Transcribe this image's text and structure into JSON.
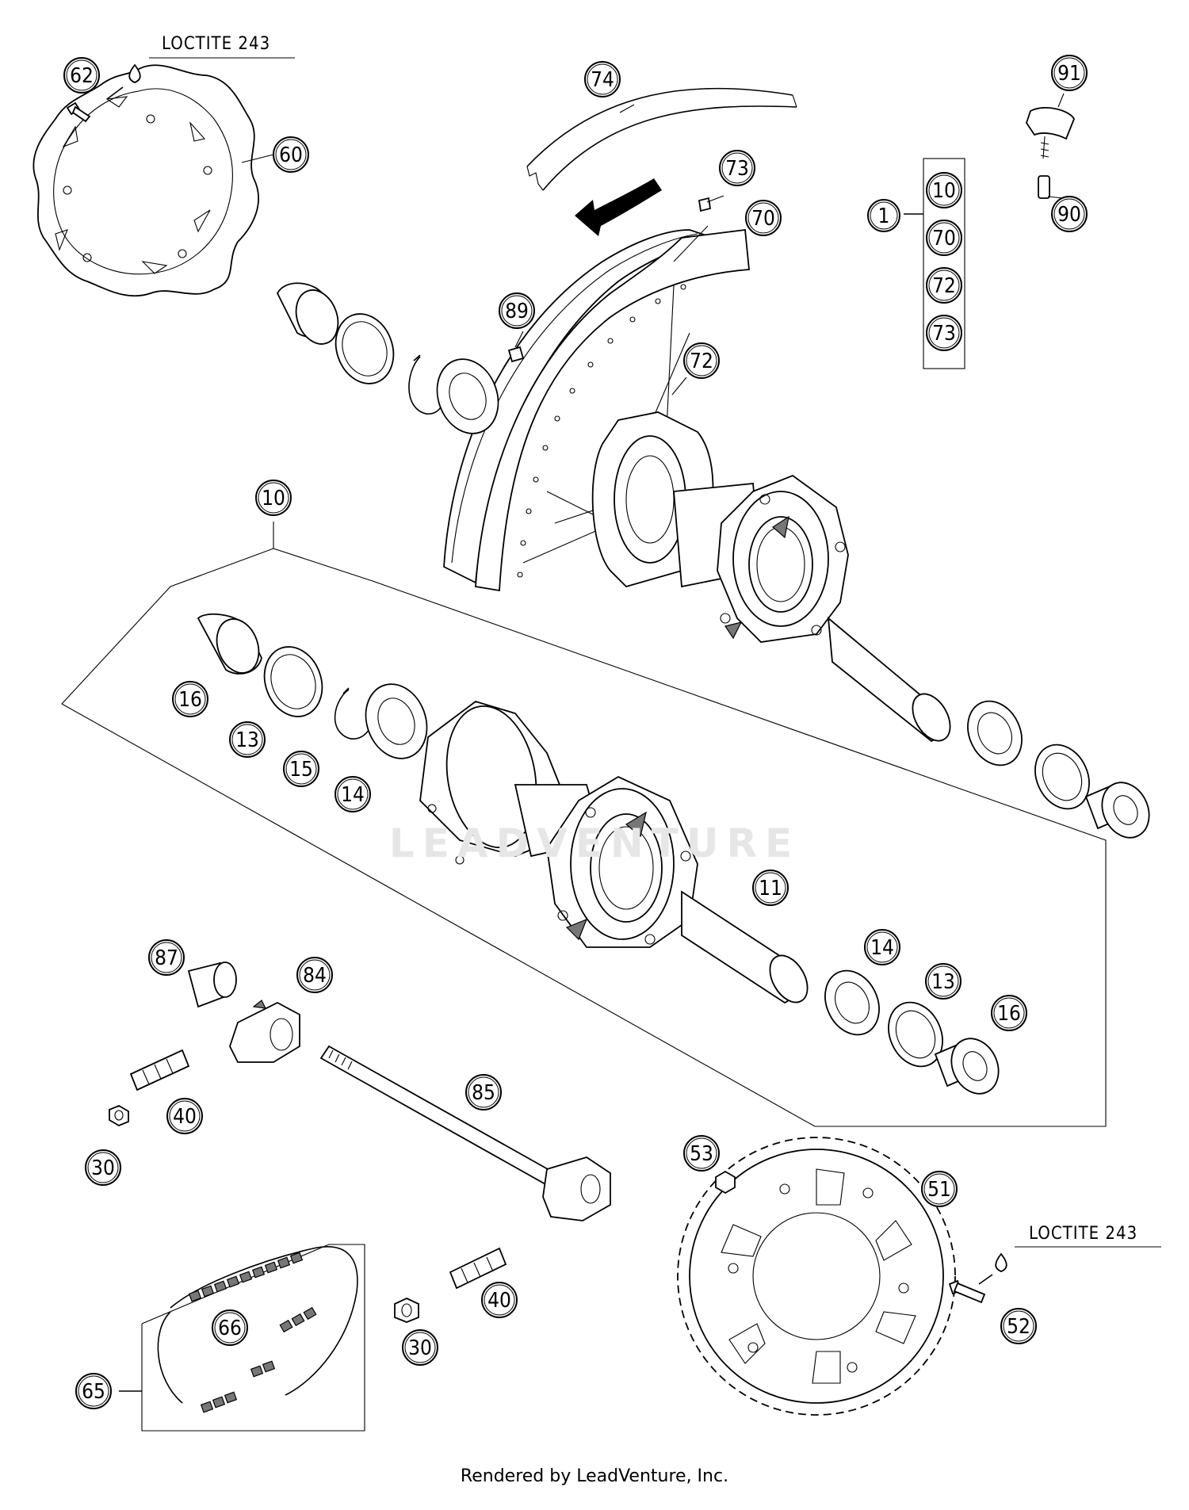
{
  "diagram": {
    "callouts": [
      {
        "id": "c62",
        "label": "62"
      },
      {
        "id": "c60",
        "label": "60"
      },
      {
        "id": "c74",
        "label": "74"
      },
      {
        "id": "c73a",
        "label": "73"
      },
      {
        "id": "c70a",
        "label": "70"
      },
      {
        "id": "c89",
        "label": "89"
      },
      {
        "id": "c72a",
        "label": "72"
      },
      {
        "id": "c1",
        "label": "1"
      },
      {
        "id": "c10a",
        "label": "10"
      },
      {
        "id": "c70b",
        "label": "70"
      },
      {
        "id": "c72b",
        "label": "72"
      },
      {
        "id": "c73b",
        "label": "73"
      },
      {
        "id": "c91",
        "label": "91"
      },
      {
        "id": "c90",
        "label": "90"
      },
      {
        "id": "c10b",
        "label": "10"
      },
      {
        "id": "c16a",
        "label": "16"
      },
      {
        "id": "c13a",
        "label": "13"
      },
      {
        "id": "c15",
        "label": "15"
      },
      {
        "id": "c14a",
        "label": "14"
      },
      {
        "id": "c11",
        "label": "11"
      },
      {
        "id": "c14b",
        "label": "14"
      },
      {
        "id": "c13b",
        "label": "13"
      },
      {
        "id": "c16b",
        "label": "16"
      },
      {
        "id": "c87",
        "label": "87"
      },
      {
        "id": "c84",
        "label": "84"
      },
      {
        "id": "c40a",
        "label": "40"
      },
      {
        "id": "c30a",
        "label": "30"
      },
      {
        "id": "c85",
        "label": "85"
      },
      {
        "id": "c53",
        "label": "53"
      },
      {
        "id": "c51",
        "label": "51"
      },
      {
        "id": "c52",
        "label": "52"
      },
      {
        "id": "c65",
        "label": "65"
      },
      {
        "id": "c66",
        "label": "66"
      },
      {
        "id": "c30b",
        "label": "30"
      },
      {
        "id": "c40b",
        "label": "40"
      }
    ],
    "notes": [
      {
        "id": "loctite_top",
        "text": "LOCTITE 243"
      },
      {
        "id": "loctite_bottom",
        "text": "LOCTITE 243"
      }
    ],
    "watermark": "LEADVENTURE"
  },
  "footer": {
    "text": "Rendered by LeadVenture, Inc."
  }
}
